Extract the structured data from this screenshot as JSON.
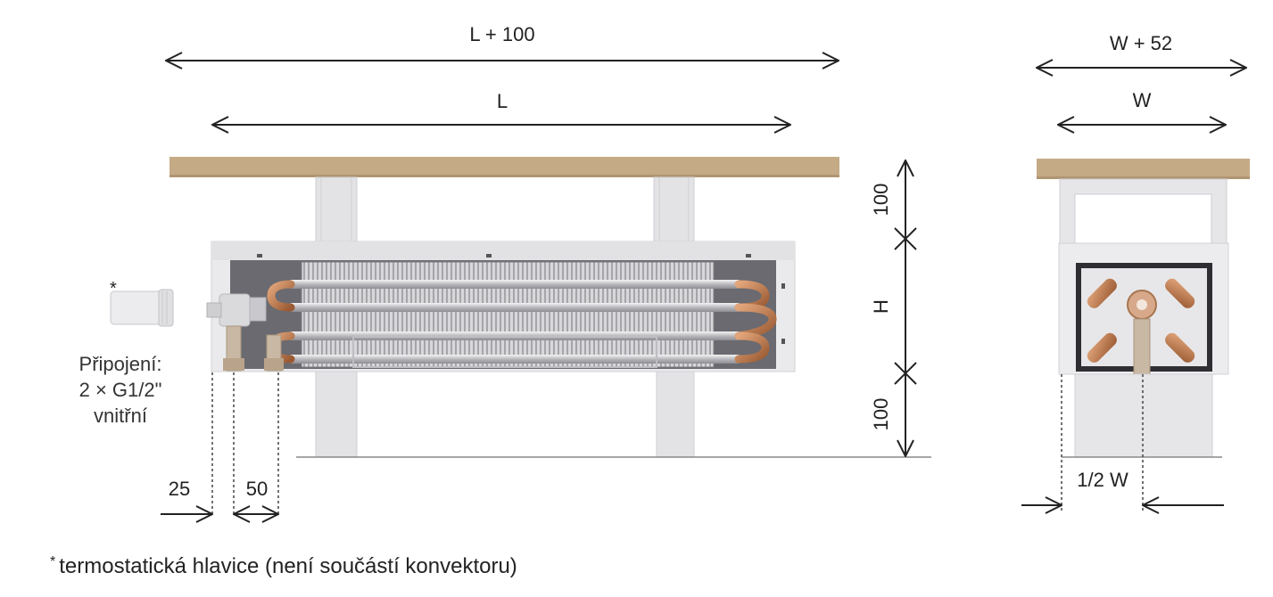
{
  "dimensions": {
    "total_length": "L + 100",
    "length": "L",
    "total_width": "W + 52",
    "width": "W",
    "top_clearance": "100",
    "height": "H",
    "bottom_clearance": "100",
    "valve_offset": "25",
    "pipe_spacing": "50",
    "half_width": "1/2 W"
  },
  "labels": {
    "thermostat_marker": "*",
    "connection_line1": "Připojení:",
    "connection_line2": "2 × G1/2\"",
    "connection_line3": "vnitřní"
  },
  "footnote": {
    "marker": "*",
    "text": "termostatická hlavice (není součástí konvektoru)"
  },
  "colors": {
    "wood": "#c4ab86",
    "metal_light": "#e6e6e8",
    "metal_mid": "#cfcfd2",
    "copper": "#c9875a",
    "line": "#222222"
  }
}
